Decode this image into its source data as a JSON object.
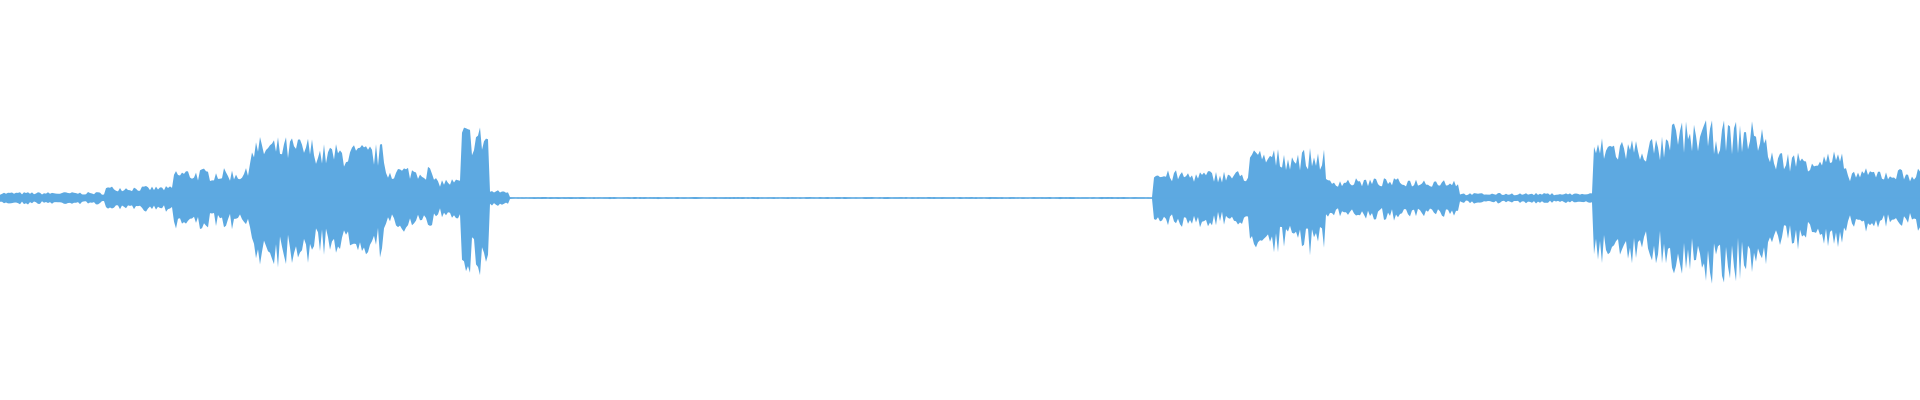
{
  "waveform": {
    "color": "#5DA9E1",
    "background": "#FFFFFF",
    "samples": 960,
    "segments": [
      {
        "from": 0.0,
        "to": 0.055,
        "amplitude": 0.06
      },
      {
        "from": 0.055,
        "to": 0.09,
        "amplitude": 0.12
      },
      {
        "from": 0.09,
        "to": 0.13,
        "amplitude": 0.3
      },
      {
        "from": 0.13,
        "to": 0.165,
        "amplitude": 0.62
      },
      {
        "from": 0.165,
        "to": 0.2,
        "amplitude": 0.55
      },
      {
        "from": 0.2,
        "to": 0.225,
        "amplitude": 0.33
      },
      {
        "from": 0.225,
        "to": 0.24,
        "amplitude": 0.2
      },
      {
        "from": 0.24,
        "to": 0.255,
        "amplitude": 0.75
      },
      {
        "from": 0.255,
        "to": 0.265,
        "amplitude": 0.08
      },
      {
        "from": 0.265,
        "to": 0.6,
        "amplitude": 0.01
      },
      {
        "from": 0.6,
        "to": 0.65,
        "amplitude": 0.28
      },
      {
        "from": 0.65,
        "to": 0.69,
        "amplitude": 0.5
      },
      {
        "from": 0.69,
        "to": 0.76,
        "amplitude": 0.2
      },
      {
        "from": 0.76,
        "to": 0.83,
        "amplitude": 0.05
      },
      {
        "from": 0.83,
        "to": 0.87,
        "amplitude": 0.62
      },
      {
        "from": 0.87,
        "to": 0.92,
        "amplitude": 0.78
      },
      {
        "from": 0.92,
        "to": 0.96,
        "amplitude": 0.48
      },
      {
        "from": 0.96,
        "to": 1.0,
        "amplitude": 0.3
      }
    ]
  }
}
